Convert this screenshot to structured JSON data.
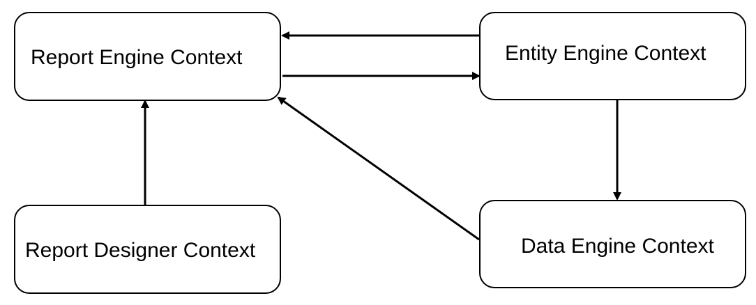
{
  "diagram": {
    "nodes": {
      "report_engine": "Report Engine Context",
      "entity_engine": "Entity Engine Context",
      "report_designer": "Report Designer Context",
      "data_engine": "Data Engine Context"
    },
    "edges": [
      {
        "from": "Entity Engine Context",
        "to": "Report Engine Context"
      },
      {
        "from": "Report Engine Context",
        "to": "Entity Engine Context"
      },
      {
        "from": "Report Designer Context",
        "to": "Report Engine Context"
      },
      {
        "from": "Data Engine Context",
        "to": "Report Engine Context"
      },
      {
        "from": "Entity Engine Context",
        "to": "Data Engine Context"
      }
    ],
    "colors": {
      "stroke": "#000000",
      "background": "#ffffff"
    }
  }
}
